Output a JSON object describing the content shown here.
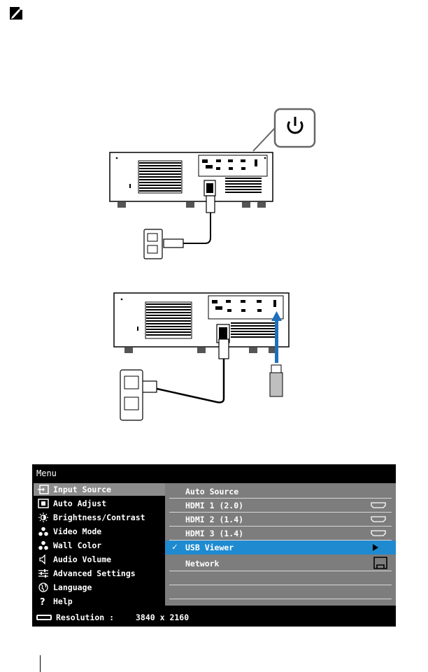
{
  "note": {
    "icon": "note-pencil-icon"
  },
  "power_callout": {
    "icon": "power-icon"
  },
  "osd": {
    "title": "Menu",
    "menu_items": [
      {
        "label": "Input Source",
        "icon": "input-source-icon",
        "selected": true
      },
      {
        "label": "Auto Adjust",
        "icon": "auto-adjust-icon",
        "selected": false
      },
      {
        "label": "Brightness/Contrast",
        "icon": "brightness-icon",
        "selected": false
      },
      {
        "label": "Video Mode",
        "icon": "video-mode-icon",
        "selected": false
      },
      {
        "label": "Wall Color",
        "icon": "wall-color-icon",
        "selected": false
      },
      {
        "label": "Audio Volume",
        "icon": "speaker-icon",
        "selected": false
      },
      {
        "label": "Advanced Settings",
        "icon": "sliders-icon",
        "selected": false
      },
      {
        "label": "Language",
        "icon": "globe-icon",
        "selected": false
      },
      {
        "label": "Help",
        "icon": "question-icon",
        "selected": false
      }
    ],
    "sources": [
      {
        "label": "Auto Source",
        "icon": "",
        "active": false
      },
      {
        "label": "HDMI 1 (2.0)",
        "icon": "hdmi-port-icon",
        "active": false
      },
      {
        "label": "HDMI 2 (1.4)",
        "icon": "hdmi-port-icon",
        "active": false
      },
      {
        "label": "HDMI 3 (1.4)",
        "icon": "hdmi-port-icon",
        "active": false
      },
      {
        "label": "USB Viewer",
        "icon": "play-arrow-icon",
        "active": true
      },
      {
        "label": "Network",
        "icon": "network-port-icon",
        "active": false
      }
    ],
    "resolution_label": "Resolution :",
    "resolution_value": "3840 x 2160",
    "colors": {
      "background": "#000000",
      "panel": "#7d7d7d",
      "selected": "#8c8c8c",
      "active": "#1f8ad0"
    }
  }
}
